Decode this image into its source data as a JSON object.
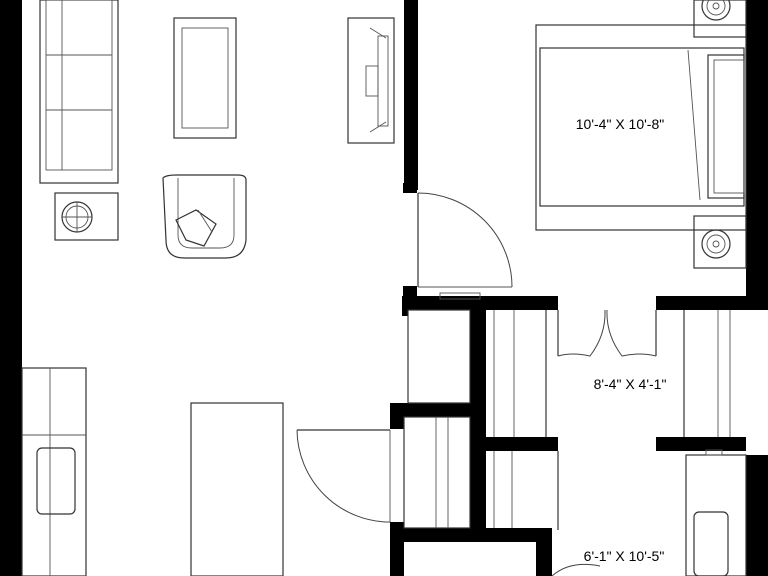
{
  "rooms": {
    "bedroom": {
      "dimension": "10'-4\" X 10'-8\""
    },
    "closet": {
      "dimension": "8'-4\" X 4'-1\""
    },
    "bath": {
      "dimension": "6'-1\" X 10'-5\""
    }
  },
  "colors": {
    "wall": "#000000",
    "line": "#333333",
    "background": "#ffffff"
  }
}
